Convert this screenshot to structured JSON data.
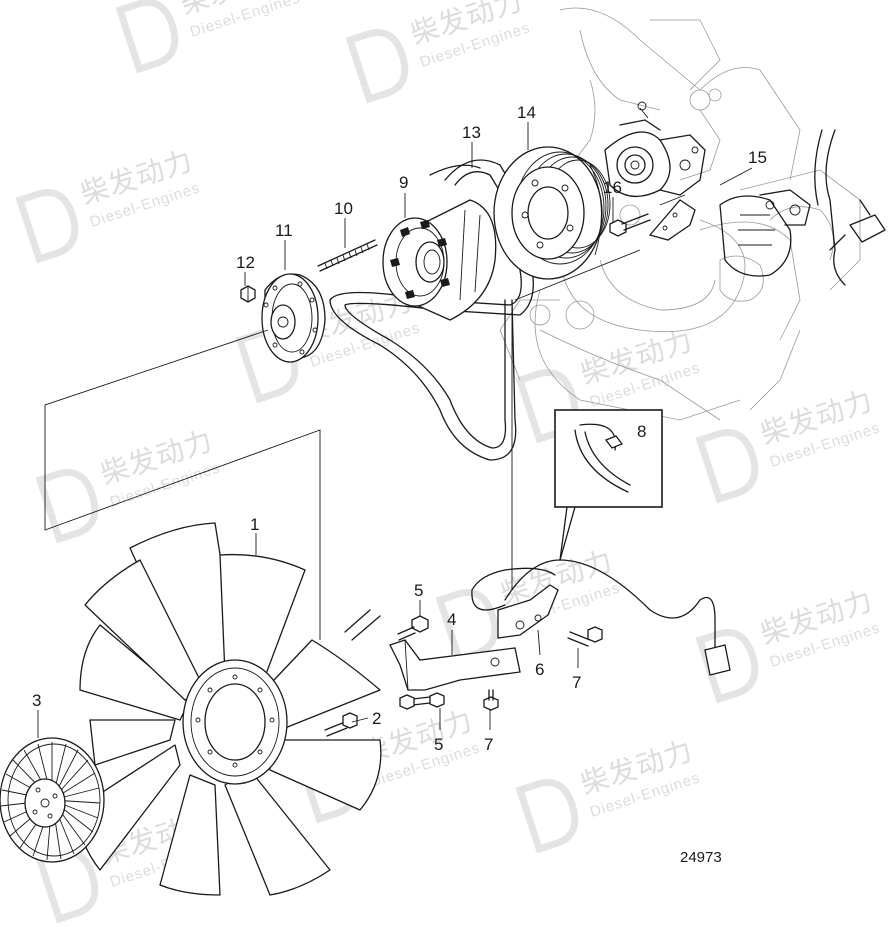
{
  "diagram": {
    "drawing_number": "24973",
    "callouts": [
      {
        "id": "1",
        "label": "1"
      },
      {
        "id": "2",
        "label": "2"
      },
      {
        "id": "3",
        "label": "3"
      },
      {
        "id": "4",
        "label": "4"
      },
      {
        "id": "5a",
        "label": "5"
      },
      {
        "id": "5b",
        "label": "5"
      },
      {
        "id": "6",
        "label": "6"
      },
      {
        "id": "7a",
        "label": "7"
      },
      {
        "id": "7b",
        "label": "7"
      },
      {
        "id": "8",
        "label": "8"
      },
      {
        "id": "9",
        "label": "9"
      },
      {
        "id": "10",
        "label": "10"
      },
      {
        "id": "11",
        "label": "11"
      },
      {
        "id": "12",
        "label": "12"
      },
      {
        "id": "13",
        "label": "13"
      },
      {
        "id": "14",
        "label": "14"
      },
      {
        "id": "15",
        "label": "15"
      },
      {
        "id": "16",
        "label": "16"
      }
    ]
  },
  "watermark": {
    "brand_cn": "柴发动力",
    "brand_en": "Diesel-Engines"
  }
}
